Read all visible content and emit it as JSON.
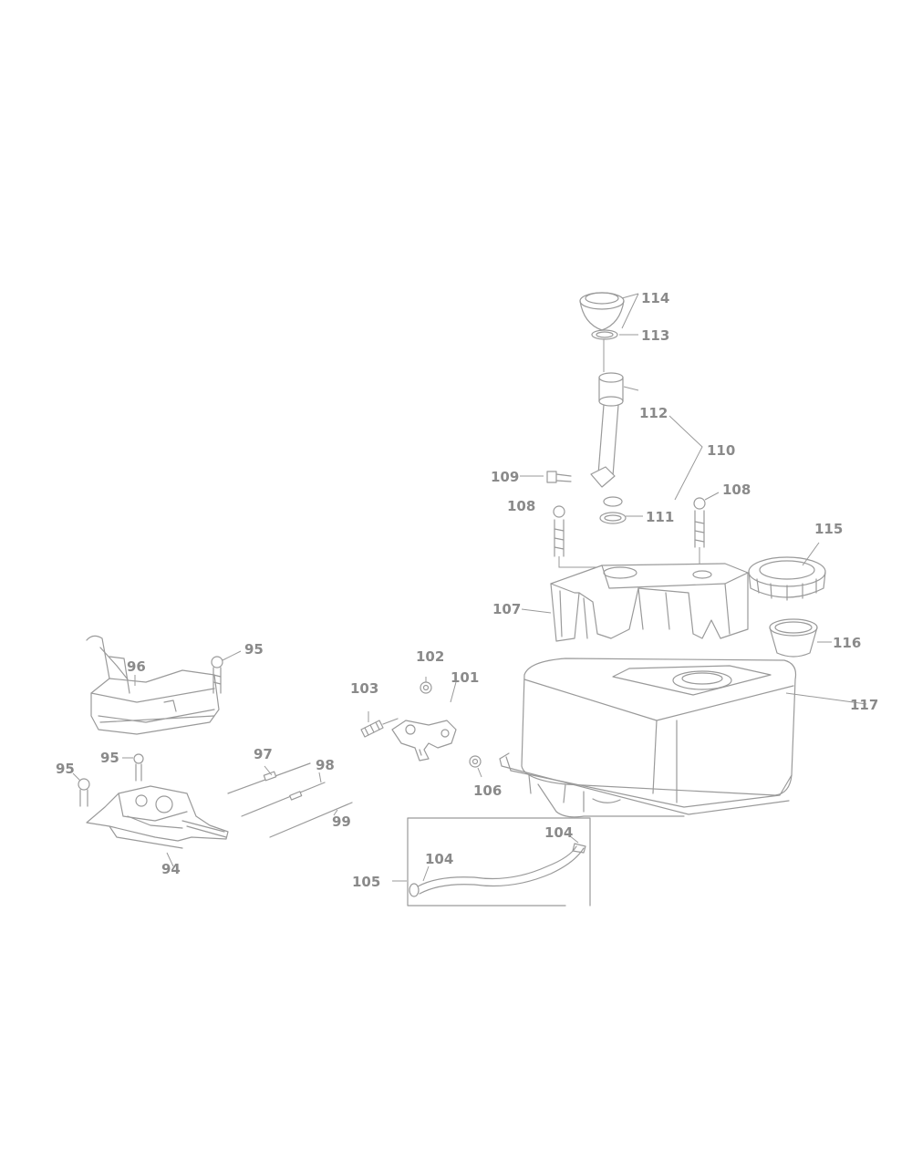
{
  "callouts": {
    "c114": "114",
    "c113": "113",
    "c112": "112",
    "c110": "110",
    "c111": "111",
    "c109": "109",
    "c108a": "108",
    "c108b": "108",
    "c115": "115",
    "c107": "107",
    "c116": "116",
    "c117": "117",
    "c95a": "95",
    "c96": "96",
    "c102": "102",
    "c101": "101",
    "c103": "103",
    "c95b": "95",
    "c95c": "95",
    "c97": "97",
    "c98": "98",
    "c99": "99",
    "c94": "94",
    "c106": "106",
    "c104a": "104",
    "c104b": "104",
    "c105": "105"
  }
}
